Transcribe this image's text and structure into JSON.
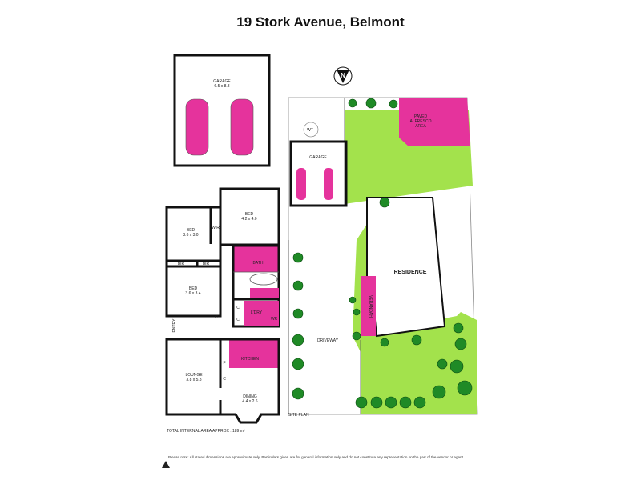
{
  "title": "19 Stork Avenue, Belmont",
  "rooms": {
    "garage": {
      "name": "GARAGE",
      "size": "6.5 x 8.8"
    },
    "bed_main": {
      "name": "BED",
      "size": "4.2 x 4.0"
    },
    "bed_2": {
      "name": "BED",
      "size": "3.6 x 3.0"
    },
    "bed_3": {
      "name": "BED",
      "size": "3.6 x 3.4"
    },
    "wir": "WIR",
    "bir1": "BIR",
    "bir2": "BIR",
    "bath": "BATH",
    "laundry": "L'DRY",
    "laundry_wir": "WR",
    "entry": "ENTRY",
    "kitchen": "KITCHEN",
    "lounge": {
      "name": "LOUNGE",
      "size": "3.8 x 5.8"
    },
    "dining": {
      "name": "DINING",
      "size": "4.4 x 2.6"
    },
    "c1": "C",
    "c2": "C",
    "c3": "C",
    "c4": "C",
    "f": "F"
  },
  "site": {
    "label": "SITE PLAN",
    "wt": "WT",
    "garage": "GARAGE",
    "alfresco": [
      "PAVED",
      "ALFRESCO",
      "AREA"
    ],
    "residence": "RESIDENCE",
    "verandah": "VERANDAH",
    "driveway": "DRIVEWAY",
    "north": "N"
  },
  "area_text": "TOTAL INTERNAL AREA APPROX : 189 m²",
  "disclaimer": "Please note: All stated dimensions are approximate only. Particulars given are for general information only and do not constitute any representation on the part of the vendor or agent.",
  "colors": {
    "pink": "#e5339c",
    "lawn": "#a3e24c",
    "tree": "#1f8a26"
  }
}
